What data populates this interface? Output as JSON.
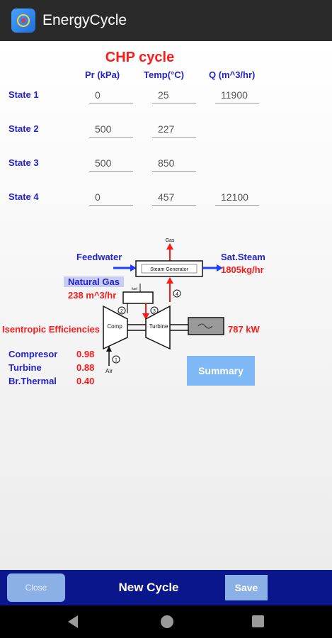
{
  "app": {
    "title": "EnergyCycle"
  },
  "cycle_title": "CHP cycle",
  "columns": {
    "pressure": "Pr (kPa)",
    "temp": "Temp(°C)",
    "flow": "Q (m^3/hr)"
  },
  "states": [
    {
      "label": "State 1",
      "pressure": "0",
      "temp": "25",
      "flow": "11900"
    },
    {
      "label": "State 2",
      "pressure": "500",
      "temp": "227",
      "flow": ""
    },
    {
      "label": "State 3",
      "pressure": "500",
      "temp": "850",
      "flow": ""
    },
    {
      "label": "State 4",
      "pressure": "0",
      "temp": "457",
      "flow": "12100"
    }
  ],
  "diagram": {
    "feedwater": "Feedwater",
    "sat_steam": "Sat.Steam",
    "steam_rate": "1805kg/hr",
    "natural_gas": "Natural Gas",
    "gas_rate": "238 m^3/hr",
    "gas_out": "Gas",
    "steam_generator": "Steam Generator",
    "fuel": "fuel",
    "comp": "Comp",
    "turbine": "Turbine",
    "air": "Air",
    "power": "787 kW",
    "n1": "1",
    "n2": "2",
    "n3": "3",
    "n4": "4"
  },
  "efficiencies": {
    "title": "Isentropic Efficiencies",
    "items": [
      {
        "label": "Compresor",
        "value": "0.98"
      },
      {
        "label": "Turbine",
        "value": "0.88"
      },
      {
        "label": "Br.Thermal",
        "value": "0.40"
      }
    ]
  },
  "buttons": {
    "summary": "Summary",
    "close": "Close",
    "save": "Save"
  },
  "bottom_title": "New Cycle",
  "colors": {
    "accent_red": "#ff1a1a",
    "label_blue": "#2323c8",
    "bar_blue": "#09168c"
  }
}
